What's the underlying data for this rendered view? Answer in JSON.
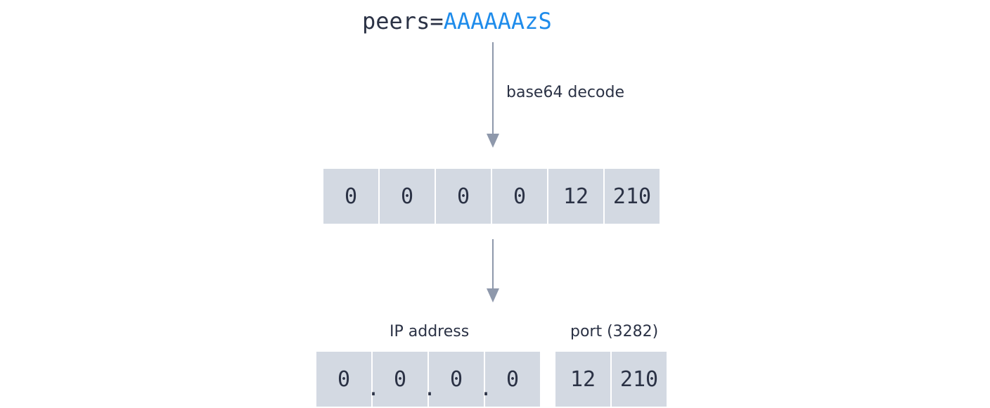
{
  "input": {
    "key": "peers=",
    "value": "AAAAAAzS"
  },
  "steps": {
    "decode_label": "base64 decode"
  },
  "decoded_bytes": [
    "0",
    "0",
    "0",
    "0",
    "12",
    "210"
  ],
  "ip": {
    "label": "IP address",
    "bytes": [
      "0",
      "0",
      "0",
      "0"
    ],
    "separator": "."
  },
  "port": {
    "label": "port (3282)",
    "bytes": [
      "12",
      "210"
    ]
  },
  "colors": {
    "text": "#2b3245",
    "accent": "#1f8ceb",
    "cell_fill": "#d3d9e2",
    "arrow": "#8e98ab"
  }
}
